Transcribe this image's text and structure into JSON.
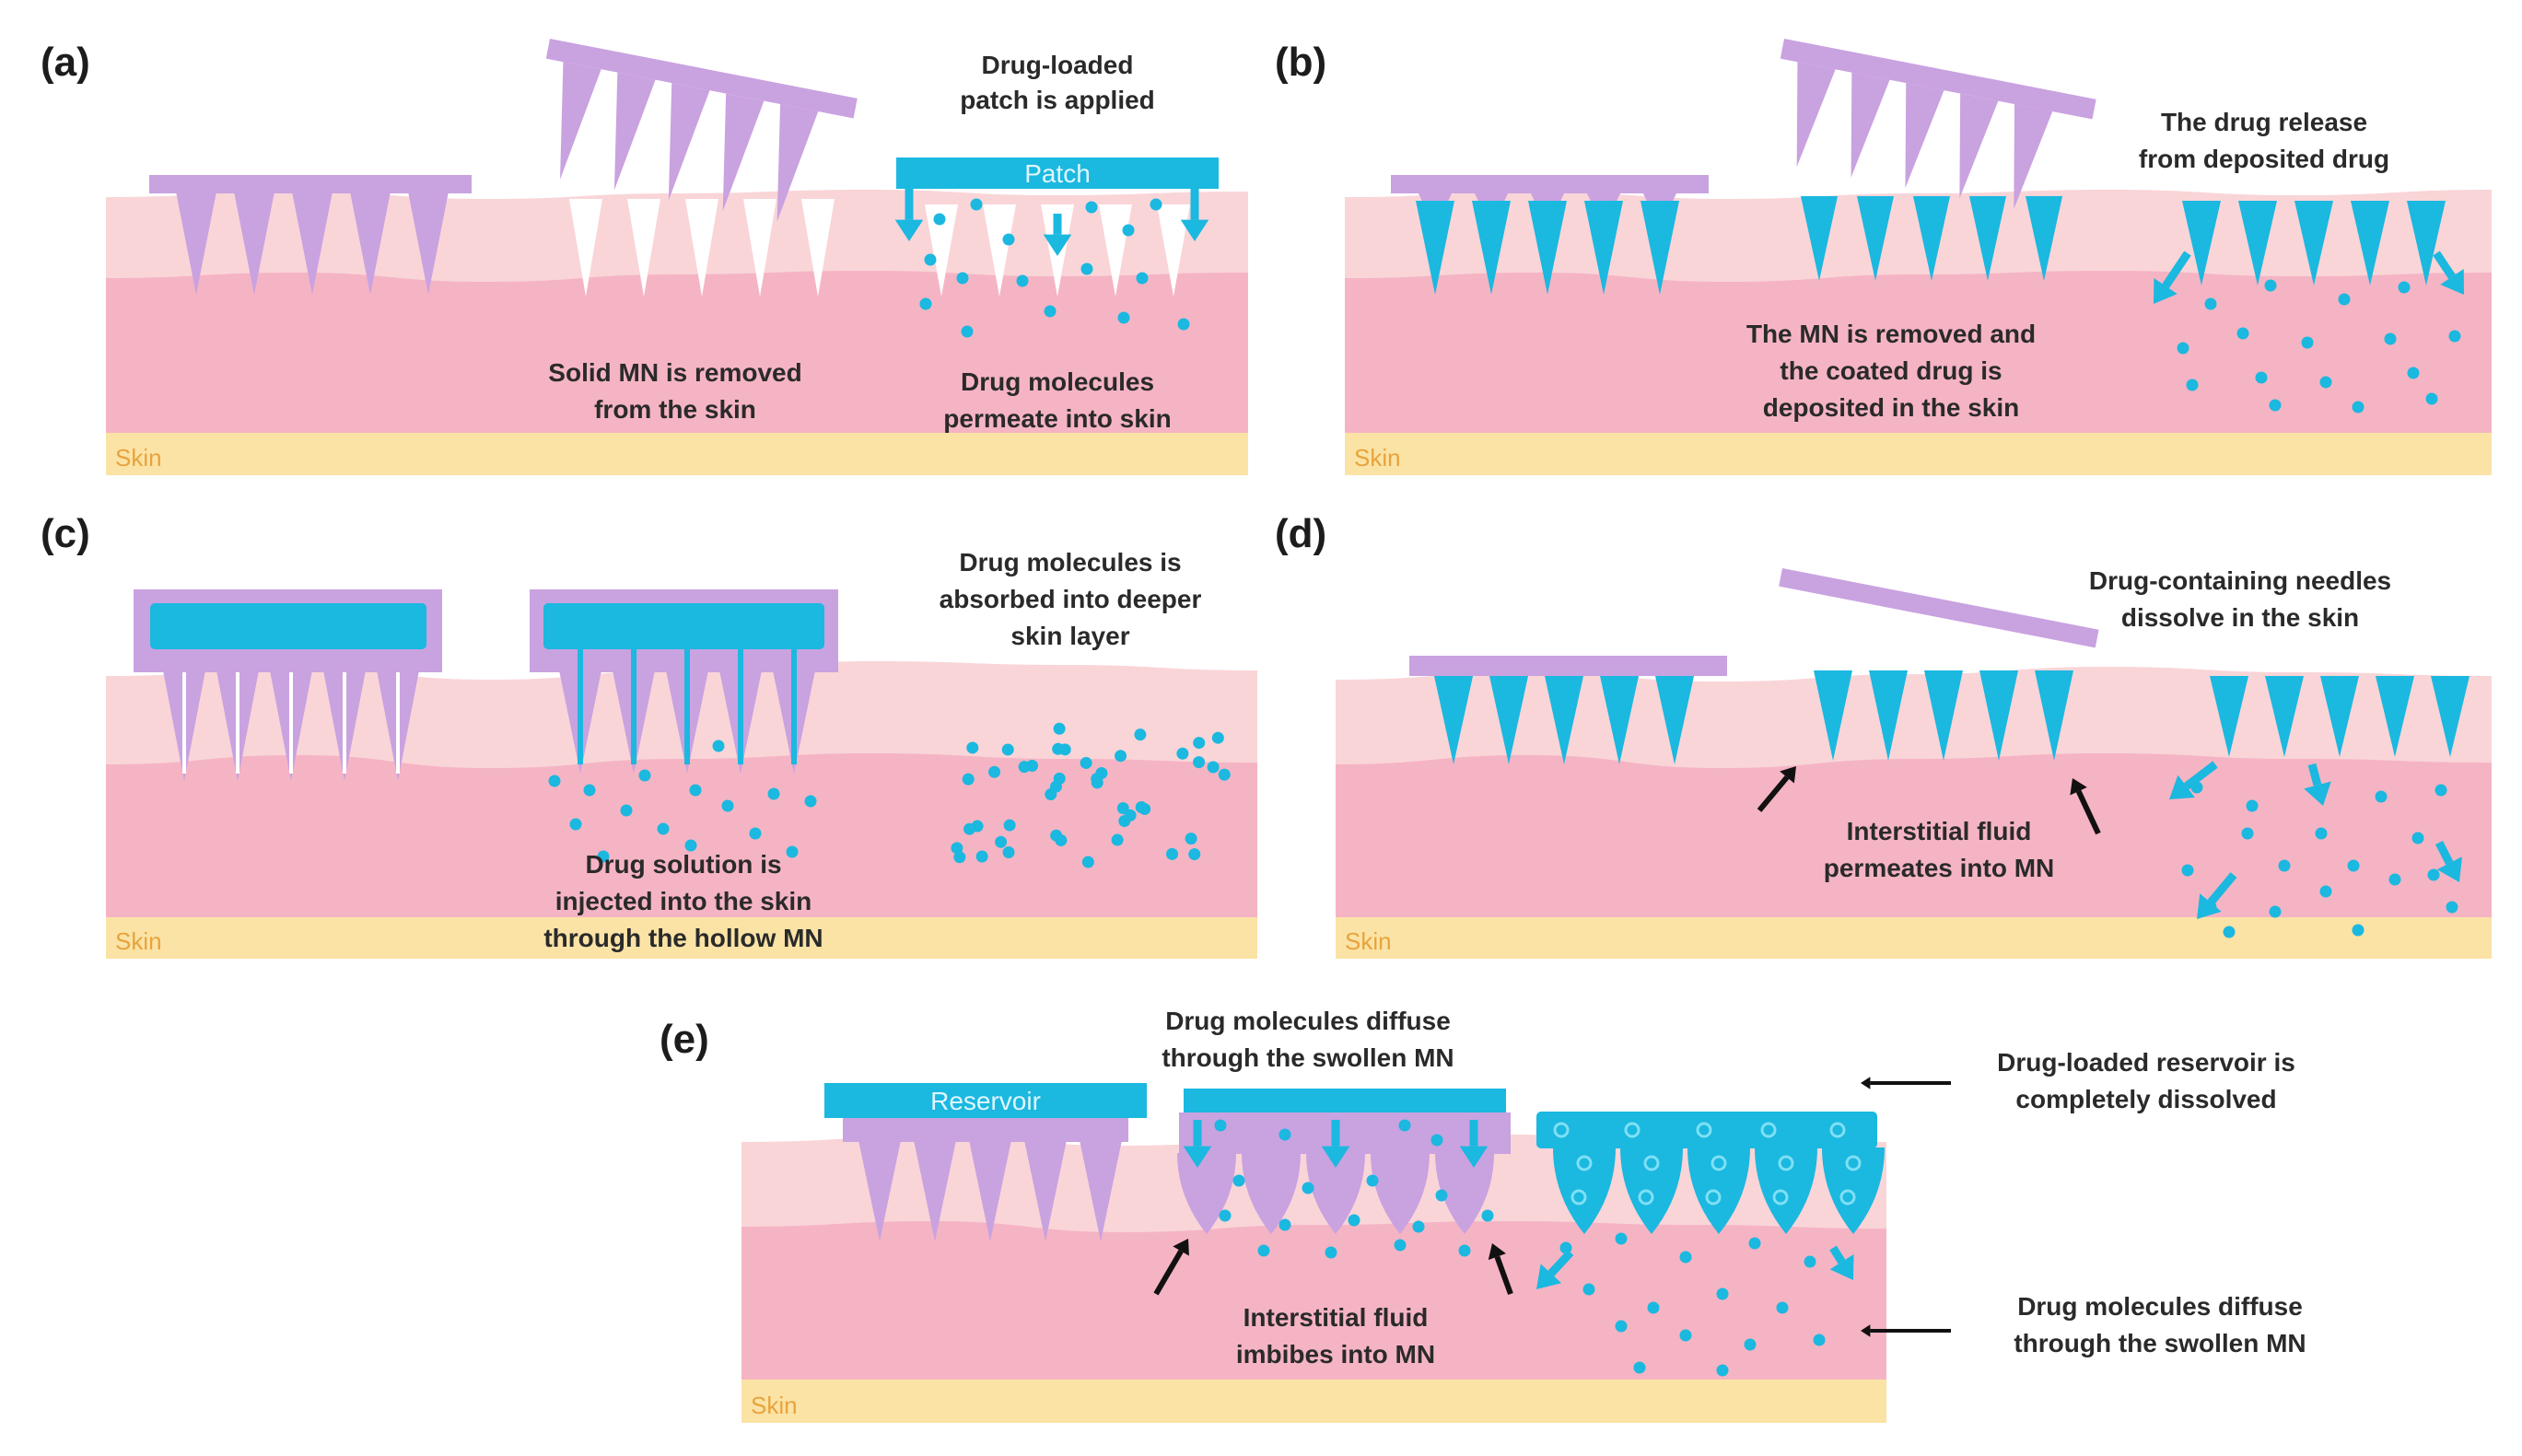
{
  "panels": {
    "a": {
      "label": "(a)",
      "skin": "Skin",
      "patch": "Patch",
      "captions": {
        "applied": [
          "Drug-loaded",
          "patch is applied"
        ],
        "removed": [
          "Solid MN is removed",
          "from the skin"
        ],
        "permeate": [
          "Drug molecules",
          "permeate into skin"
        ]
      }
    },
    "b": {
      "label": "(b)",
      "skin": "Skin",
      "captions": {
        "release": [
          "The drug release",
          "from deposited drug"
        ],
        "removed": [
          "The MN is removed and",
          "the coated drug is",
          "deposited in the skin"
        ]
      }
    },
    "c": {
      "label": "(c)",
      "skin": "Skin",
      "captions": {
        "absorbed": [
          "Drug molecules is",
          "absorbed into deeper",
          "skin layer"
        ],
        "injected": [
          "Drug solution is",
          "injected into the skin",
          "through the hollow MN"
        ]
      }
    },
    "d": {
      "label": "(d)",
      "skin": "Skin",
      "captions": {
        "dissolve": [
          "Drug-containing needles",
          "dissolve in the skin"
        ],
        "fluid": [
          "Interstitial fluid",
          "permeates into MN"
        ]
      }
    },
    "e": {
      "label": "(e)",
      "skin": "Skin",
      "reservoir": "Reservoir",
      "captions": {
        "diffuseTop": [
          "Drug molecules diffuse",
          "through the swollen MN"
        ],
        "dissolved": [
          "Drug-loaded reservoir is",
          "completely dissolved"
        ],
        "imbibes": [
          "Interstitial fluid",
          "imbibes into MN"
        ],
        "diffuseRight": [
          "Drug molecules diffuse",
          "through the swollen MN"
        ]
      }
    }
  },
  "colors": {
    "skinTop": "#f9d5d8",
    "skinMid": "#f5b4c4",
    "skinBase": "#fbe3a6",
    "microneedle": "#c9a2e0",
    "drug": "#1bb8e0",
    "skinText": "#e8a33c",
    "text": "#2a2a2a"
  }
}
